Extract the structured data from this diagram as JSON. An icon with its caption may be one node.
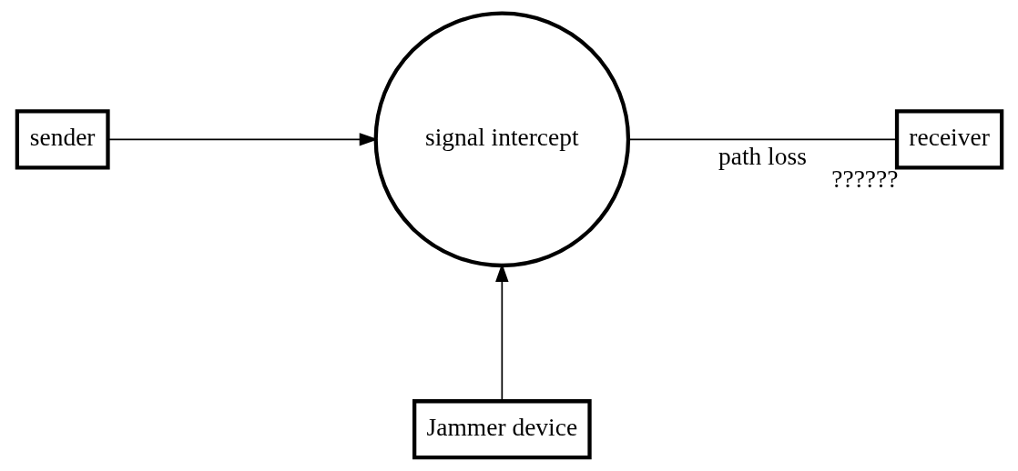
{
  "diagram": {
    "nodes": [
      {
        "text": [
          "sender"
        ]
      },
      {
        "text": [
          "signal intercept"
        ]
      },
      {
        "text": [
          "receiver"
        ],
        "beside": [
          "??????"
        ]
      },
      {
        "text": [
          "Jammer device"
        ]
      }
    ],
    "edges": [
      {
        "from": 0,
        "to": 1,
        "arrow": "to"
      },
      {
        "from": 1,
        "to": 2,
        "arrow": "none",
        "label": "path loss"
      },
      {
        "from": 3,
        "to": 1,
        "arrow": "to"
      }
    ]
  }
}
